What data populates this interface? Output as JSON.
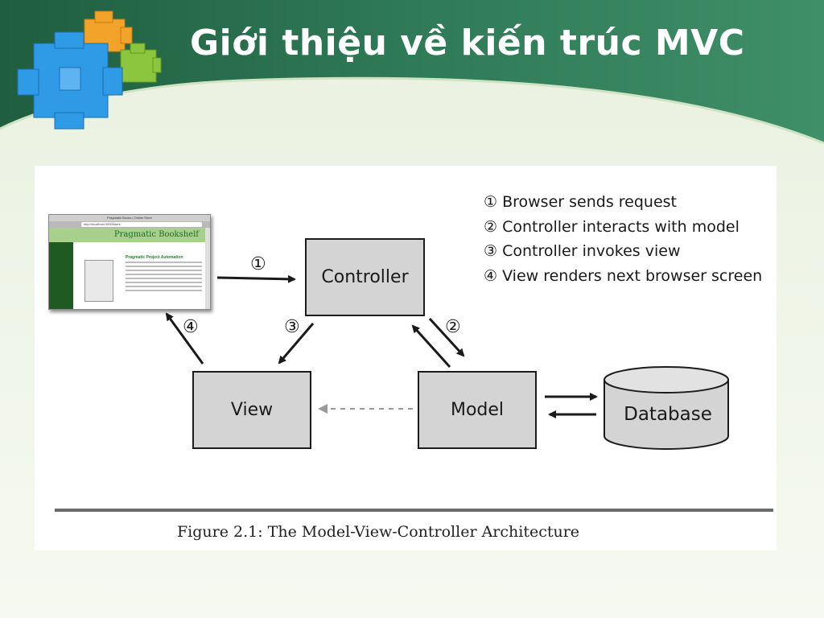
{
  "slide": {
    "title": "Giới thiệu về kiến trúc MVC",
    "colors": {
      "band": "#2f7a57",
      "band_dark": "#1f5e3f",
      "background": "#f1f6ea"
    },
    "logo_icon": "puzzle-blocks-icon"
  },
  "figure": {
    "nodes": {
      "controller": "Controller",
      "view": "View",
      "model": "Model",
      "database": "Database"
    },
    "steps": [
      "①",
      "②",
      "③",
      "④"
    ],
    "legend": [
      {
        "num": "①",
        "text": "Browser sends request"
      },
      {
        "num": "②",
        "text": "Controller interacts with model"
      },
      {
        "num": "③",
        "text": "Controller invokes view"
      },
      {
        "num": "④",
        "text": "View renders next browser screen"
      }
    ],
    "caption": "Figure 2.1: The Model-View-Controller Architecture",
    "browser": {
      "window_title": "Pragmatic Books | Online Store",
      "url": "http://localhost:3000/store",
      "header_text": "Pragmatic Bookshelf",
      "heading": "Pragmatic Project Automation"
    }
  }
}
